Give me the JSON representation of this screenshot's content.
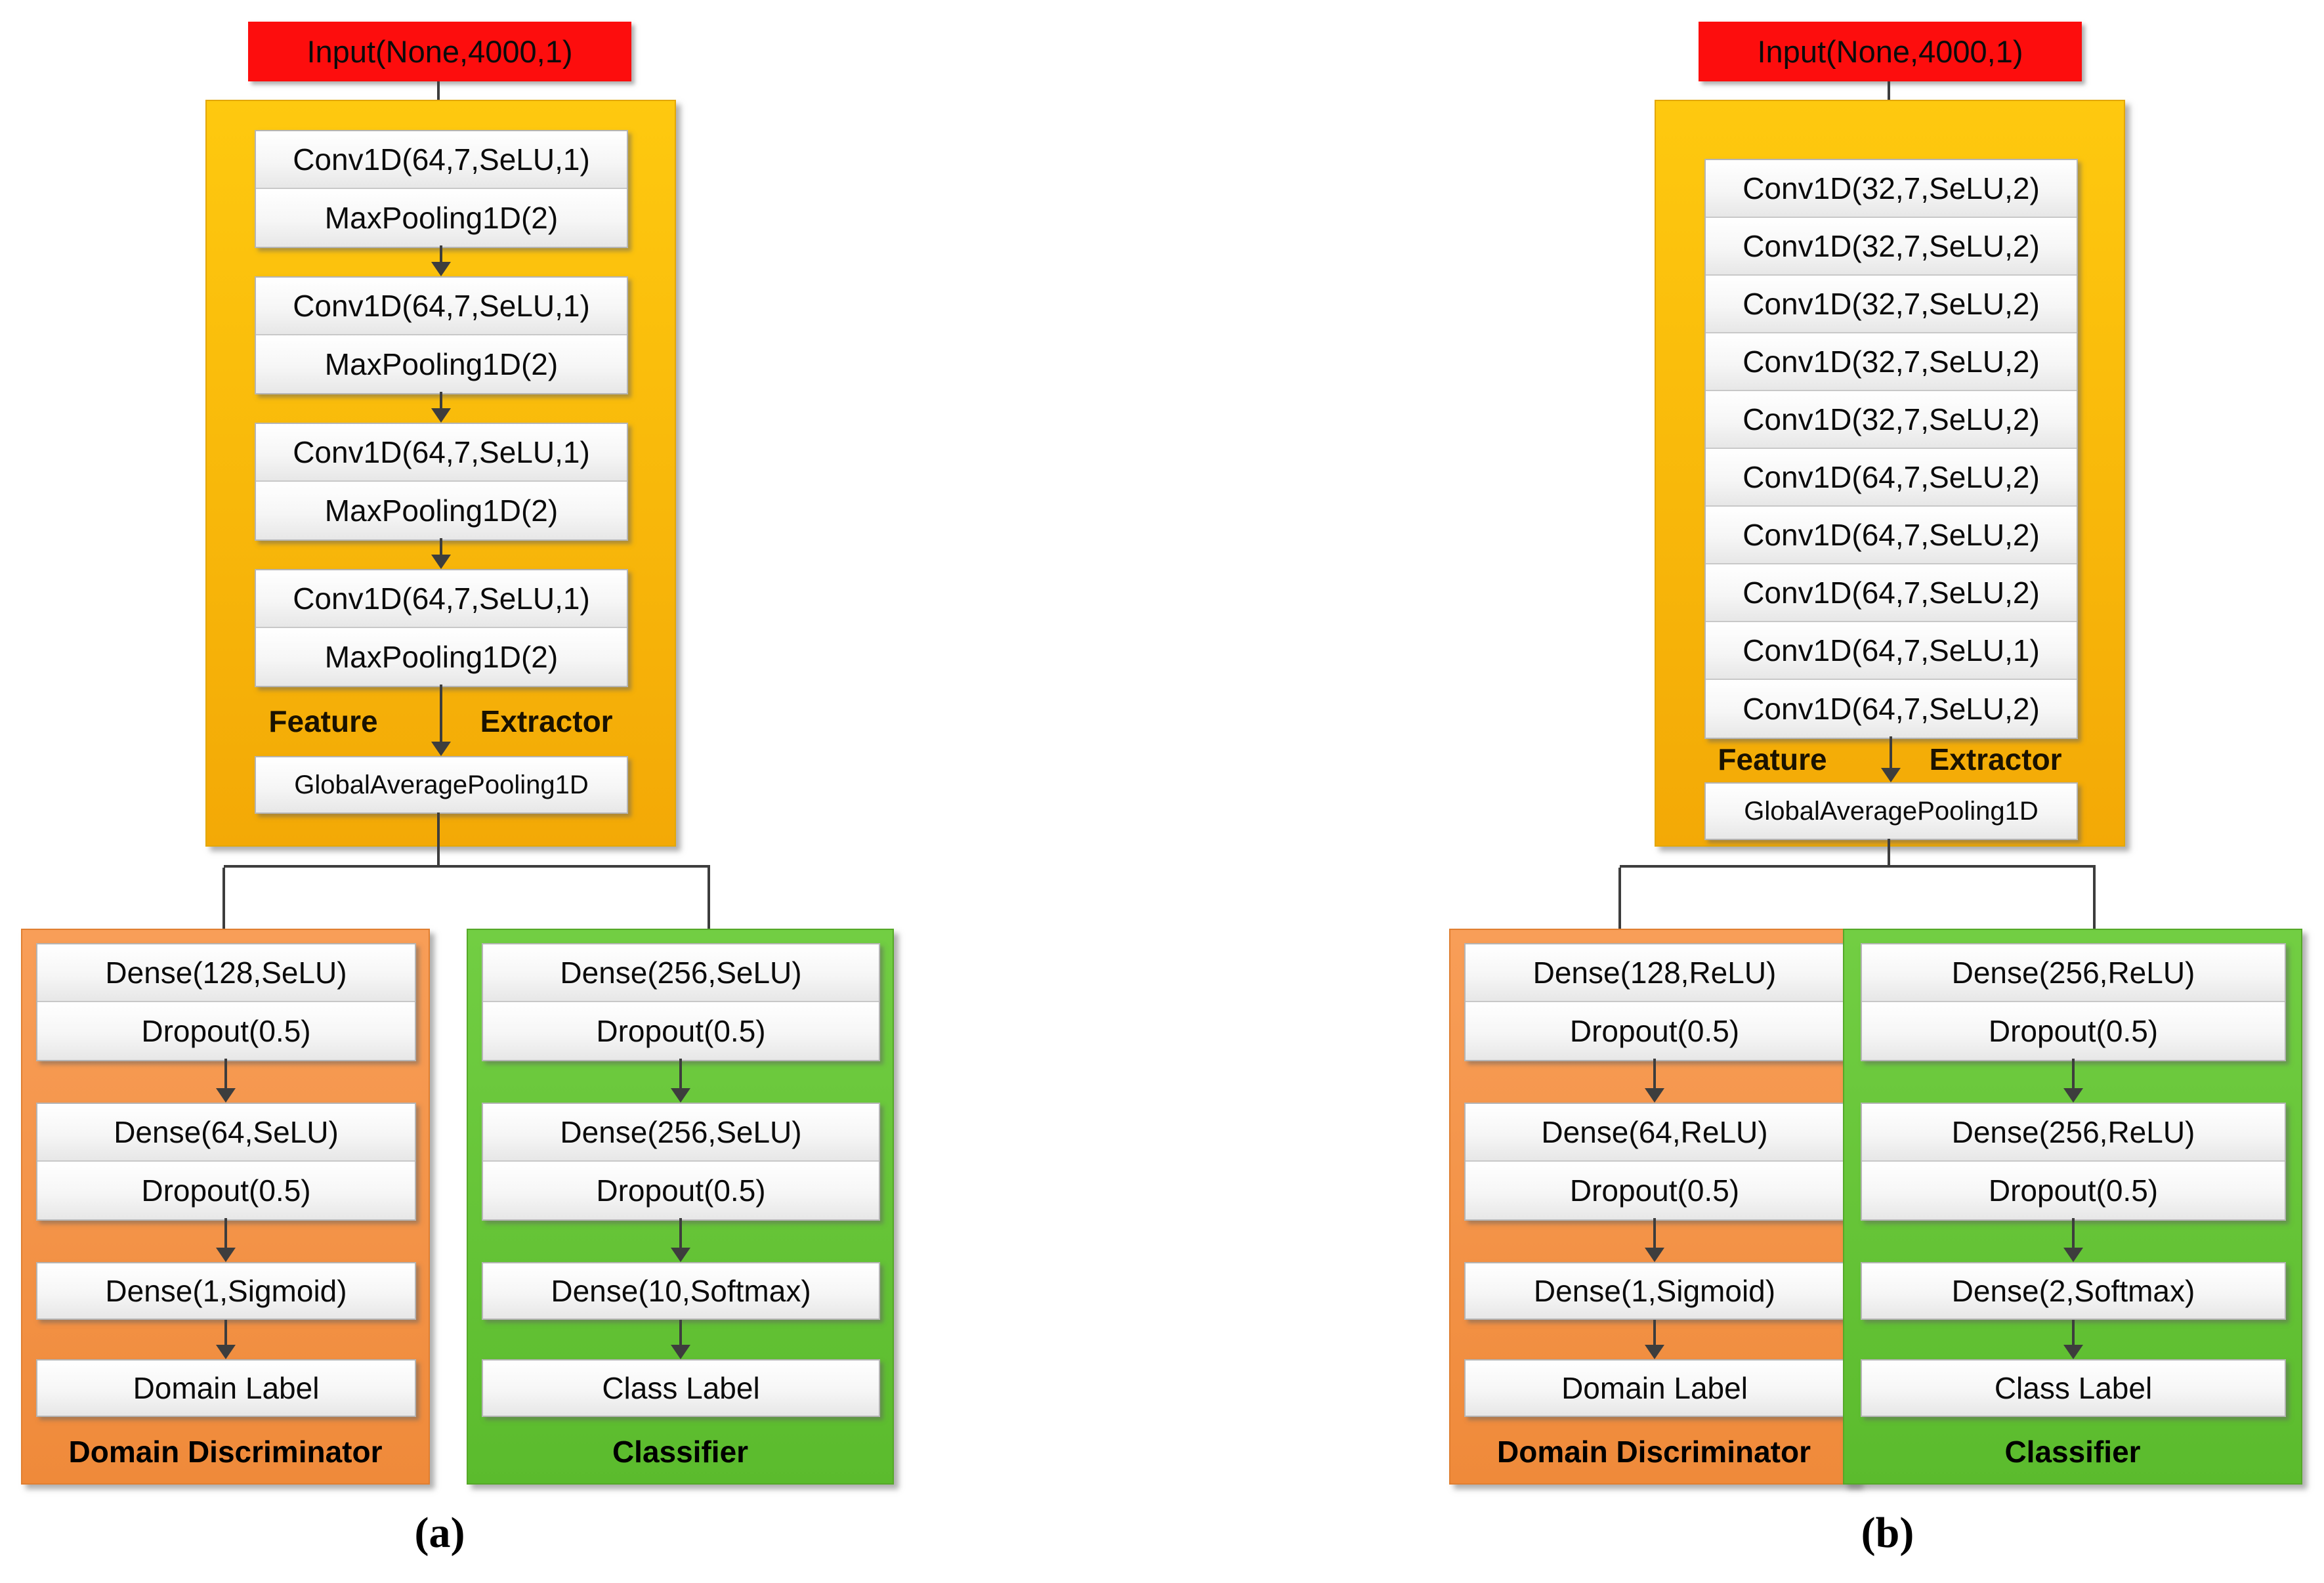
{
  "colors": {
    "input_red": "#fd0d0d",
    "feature_extractor_gold": "#f9b60c",
    "domain_discriminator_orange": "#f5914a",
    "classifier_green": "#66c53a",
    "arrow_gray": "#3d3d3d"
  },
  "diagram_a": {
    "caption": "(a)",
    "input_label": "Input(None,4000,1)",
    "feature_extractor": {
      "label_left": "Feature",
      "label_right": "Extractor",
      "pooling_label": "GlobalAveragePooling1D",
      "conv_groups": [
        [
          "Conv1D(64,7,SeLU,1)",
          "MaxPooling1D(2)"
        ],
        [
          "Conv1D(64,7,SeLU,1)",
          "MaxPooling1D(2)"
        ],
        [
          "Conv1D(64,7,SeLU,1)",
          "MaxPooling1D(2)"
        ],
        [
          "Conv1D(64,7,SeLU,1)",
          "MaxPooling1D(2)"
        ]
      ]
    },
    "domain_discriminator": {
      "title": "Domain Discriminator",
      "layers": [
        "Dense(128,SeLU)",
        "Dropout(0.5)",
        "Dense(64,SeLU)",
        "Dropout(0.5)",
        "Dense(1,Sigmoid)"
      ],
      "output_label": "Domain Label"
    },
    "classifier": {
      "title": "Classifier",
      "layers": [
        "Dense(256,SeLU)",
        "Dropout(0.5)",
        "Dense(256,SeLU)",
        "Dropout(0.5)",
        "Dense(10,Softmax)"
      ],
      "output_label": "Class Label"
    }
  },
  "diagram_b": {
    "caption": "(b)",
    "input_label": "Input(None,4000,1)",
    "feature_extractor": {
      "label_left": "Feature",
      "label_right": "Extractor",
      "pooling_label": "GlobalAveragePooling1D",
      "conv_layers": [
        "Conv1D(32,7,SeLU,2)",
        "Conv1D(32,7,SeLU,2)",
        "Conv1D(32,7,SeLU,2)",
        "Conv1D(32,7,SeLU,2)",
        "Conv1D(32,7,SeLU,2)",
        "Conv1D(64,7,SeLU,2)",
        "Conv1D(64,7,SeLU,2)",
        "Conv1D(64,7,SeLU,2)",
        "Conv1D(64,7,SeLU,1)",
        "Conv1D(64,7,SeLU,2)"
      ]
    },
    "domain_discriminator": {
      "title": "Domain Discriminator",
      "layers": [
        "Dense(128,ReLU)",
        "Dropout(0.5)",
        "Dense(64,ReLU)",
        "Dropout(0.5)",
        "Dense(1,Sigmoid)"
      ],
      "output_label": "Domain Label"
    },
    "classifier": {
      "title": "Classifier",
      "layers": [
        "Dense(256,ReLU)",
        "Dropout(0.5)",
        "Dense(256,ReLU)",
        "Dropout(0.5)",
        "Dense(2,Softmax)"
      ],
      "output_label": "Class Label"
    }
  }
}
